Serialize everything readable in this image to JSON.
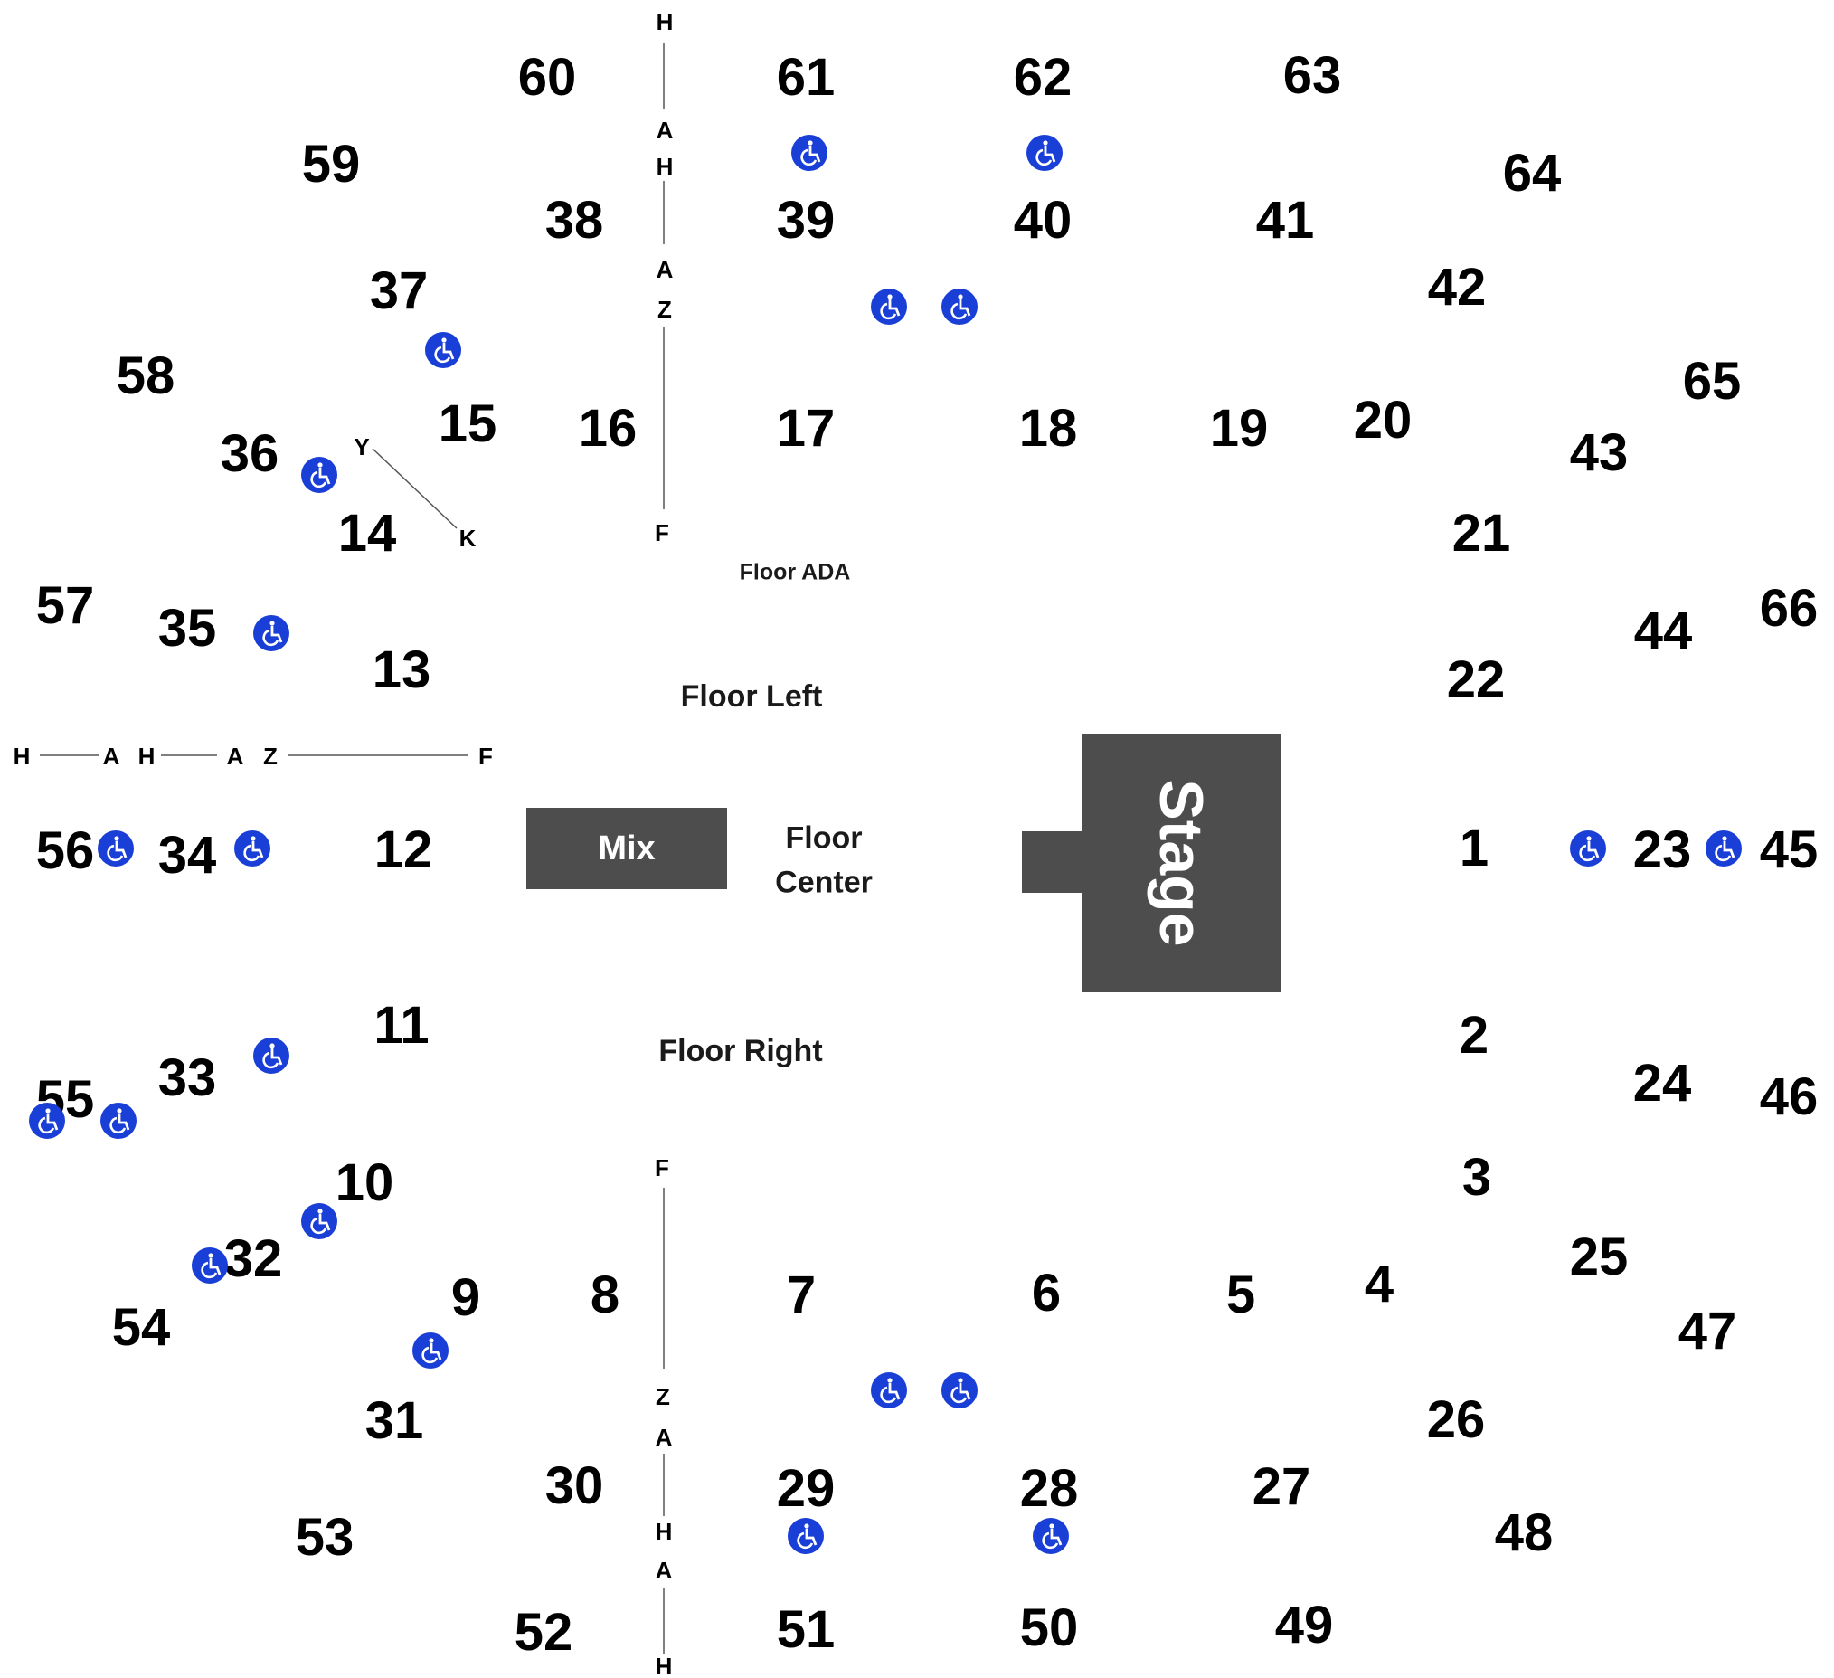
{
  "stage": {
    "label": "Stage"
  },
  "mix": {
    "label": "Mix"
  },
  "floor": {
    "ada": "Floor ADA",
    "left": "Floor Left",
    "center": "Floor Center",
    "right": "Floor Right"
  },
  "sections": {
    "s1": "1",
    "s2": "2",
    "s3": "3",
    "s4": "4",
    "s5": "5",
    "s6": "6",
    "s7": "7",
    "s8": "8",
    "s9": "9",
    "s10": "10",
    "s11": "11",
    "s12": "12",
    "s13": "13",
    "s14": "14",
    "s15": "15",
    "s16": "16",
    "s17": "17",
    "s18": "18",
    "s19": "19",
    "s20": "20",
    "s21": "21",
    "s22": "22",
    "s23": "23",
    "s24": "24",
    "s25": "25",
    "s26": "26",
    "s27": "27",
    "s28": "28",
    "s29": "29",
    "s30": "30",
    "s31": "31",
    "s32": "32",
    "s33": "33",
    "s34": "34",
    "s35": "35",
    "s36": "36",
    "s37": "37",
    "s38": "38",
    "s39": "39",
    "s40": "40",
    "s41": "41",
    "s42": "42",
    "s43": "43",
    "s44": "44",
    "s45": "45",
    "s46": "46",
    "s47": "47",
    "s48": "48",
    "s49": "49",
    "s50": "50",
    "s51": "51",
    "s52": "52",
    "s53": "53",
    "s54": "54",
    "s55": "55",
    "s56": "56",
    "s57": "57",
    "s58": "58",
    "s59": "59",
    "s60": "60",
    "s61": "61",
    "s62": "62",
    "s63": "63",
    "s64": "64",
    "s65": "65",
    "s66": "66"
  },
  "rows": {
    "h": "H",
    "a": "A",
    "z": "Z",
    "f": "F",
    "y": "Y",
    "k": "K"
  },
  "ada_icon": "wheelchair-accessible-icon",
  "colors": {
    "ada_blue": "#1a3fd6",
    "stage_gray": "#4d4d4d",
    "text": "#000000"
  }
}
